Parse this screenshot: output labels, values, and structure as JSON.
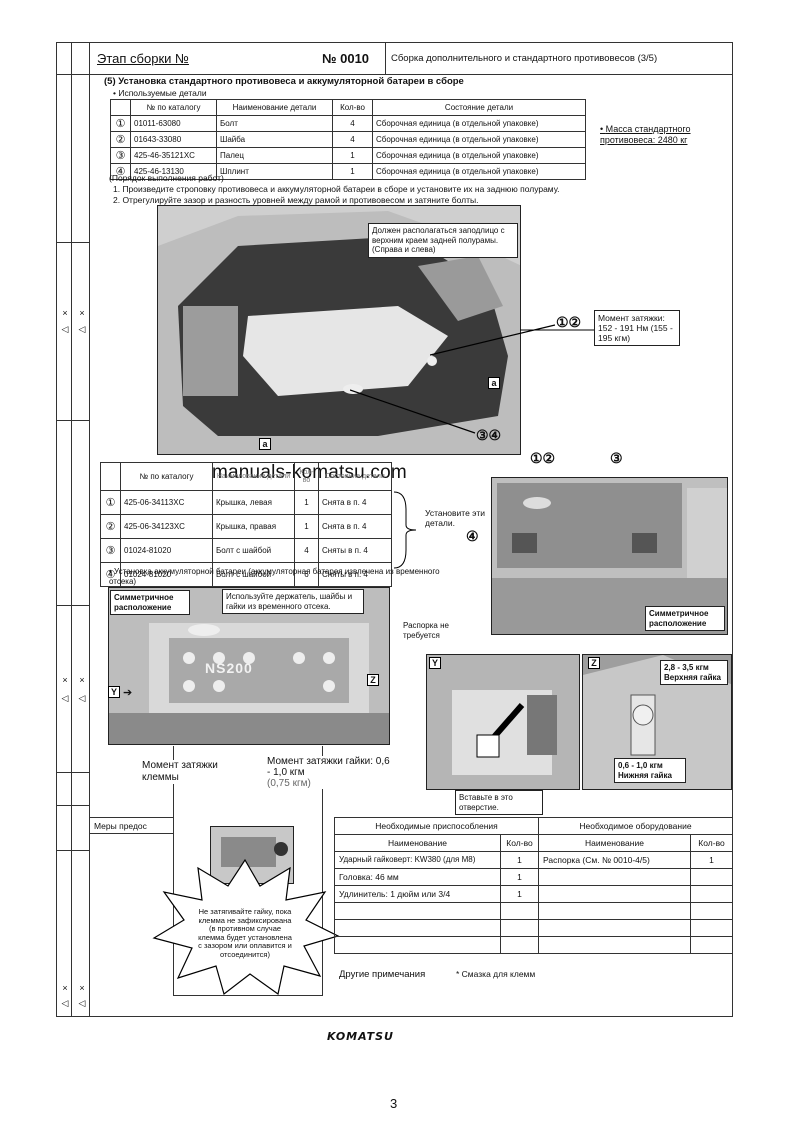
{
  "header": {
    "stage_label": "Этап сборки №",
    "stage_number": "№ 0010",
    "stage_title": "Сборка дополнительного и стандартного противовесов (3/5)"
  },
  "section": {
    "title": "(5) Установка стандартного противовеса и аккумуляторной батареи в сборе",
    "parts_used": "Используемые детали"
  },
  "parts_table_1": {
    "headers": [
      "№ по каталогу",
      "Наименование детали",
      "Кол-во",
      "Состояние детали"
    ],
    "rows": [
      {
        "mark": "①",
        "part_no": "01011-63080",
        "name": "Болт",
        "qty": "4",
        "state": "Сборочная единица (в отдельной упаковке)"
      },
      {
        "mark": "②",
        "part_no": "01643-33080",
        "name": "Шайба",
        "qty": "4",
        "state": "Сборочная единица (в отдельной упаковке)"
      },
      {
        "mark": "③",
        "part_no": "425-46-35121XC",
        "name": "Палец",
        "qty": "1",
        "state": "Сборочная единица (в отдельной упаковке)"
      },
      {
        "mark": "④",
        "part_no": "425-46-13130",
        "name": "Шплинт",
        "qty": "1",
        "state": "Сборочная единица (в отдельной упаковке)"
      }
    ]
  },
  "mass_note": "Масса стандартного противовеса: 2480 кг",
  "procedure": {
    "heading": "(Порядок выполнения работ)",
    "step1": "1.   Произведите строповку противовеса и аккумуляторной батареи в сборе и установите их на заднюю полураму.",
    "step2": "2.   Отрегулируйте зазор и разность уровней между рамой и противовесом и затяните болты.",
    "heading2": "(Порядок выполнения работ)"
  },
  "photo1": {
    "callout_flush": "Должен располагаться заподлицо с верхним краем задней полурамы. (Справа и слева)",
    "label_12": "①②",
    "label_34": "③④",
    "label_a": "a",
    "torque": "Момент затяжки: 152 - 191 Нм (155 - 195 кгм)"
  },
  "watermark": "manuals-komatsu.com",
  "parts_table_2": {
    "headers": [
      "№ по каталогу",
      "Наименование детали",
      "Кол-во",
      "Состояние детали"
    ],
    "rows": [
      {
        "mark": "①",
        "part_no": "425-06-34113XC",
        "name": "Крышка, левая",
        "qty": "1",
        "state": "Снята в п. 4"
      },
      {
        "mark": "②",
        "part_no": "425-06-34123XC",
        "name": "Крышка, правая",
        "qty": "1",
        "state": "Снята в п. 4"
      },
      {
        "mark": "③",
        "part_no": "01024-81020",
        "name": "Болт с шайбой",
        "qty": "4",
        "state": "Сняты в п. 4"
      },
      {
        "mark": "④",
        "part_no": "01024-81020",
        "name": "Болт с шайбой",
        "qty": "6",
        "state": "Сняты в п. 4"
      }
    ],
    "install_note": "Установите эти детали."
  },
  "photo2": {
    "label_12": "①②",
    "label_3": "③",
    "label_4": "④",
    "symmetric": "Симметричное расположение"
  },
  "battery_note": "Установка аккумуляторной батареи (аккумуляторная батарея извлечена из временного отсека)",
  "photo3": {
    "symmetric": "Симметричное расположение",
    "use_holder": "Используйте держатель, шайбы и гайки из временного отсека.",
    "battery_label": "NS200",
    "label_y": "Y",
    "label_z": "Z"
  },
  "photo4": {
    "spacer_note": "Распорка не требуется",
    "insert_note": "Вставьте в это отверстие.",
    "label_y": "Y"
  },
  "photo5": {
    "label_z": "Z",
    "upper_nut": "2,8 - 3,5 кгм Верхняя гайка",
    "lower_nut": "0,6 - 1,0 кгм Нижняя гайка"
  },
  "terminal_box": {
    "torque_terminal": "Момент затяжки клеммы",
    "torque_nut": "Момент затяжки гайки: 0,6 - 1,0 кгм",
    "torque_nut_paren": "(0,75 кгм)",
    "warning": "Не затягивайте гайку, пока клемма не зафиксирована (в противном случае клемма будет установлена с зазором или оплавится и отсоединится)"
  },
  "safety_label": "Меры предос",
  "tools": {
    "fixtures_header": "Необходимые приспособления",
    "equipment_header": "Необходимое оборудование",
    "col_name": "Наименование",
    "col_qty": "Кол-во",
    "rows": [
      {
        "name": "Ударный гайковерт: KW380 (для М8)",
        "qty": "1",
        "eq_name": "Распорка (См. № 0010-4/5)",
        "eq_qty": "1"
      },
      {
        "name": "Головка: 46 мм",
        "qty": "1",
        "eq_name": "",
        "eq_qty": ""
      },
      {
        "name": "Удлинитель: 1 дюйм или 3/4",
        "qty": "1",
        "eq_name": "",
        "eq_qty": ""
      }
    ],
    "other_notes_label": "Другие примечания",
    "other_notes": "* Смазка для клемм"
  },
  "logo": "KOMATSU",
  "page_number": "3",
  "margin_marks": {
    "x": "×",
    "check": "◁"
  }
}
